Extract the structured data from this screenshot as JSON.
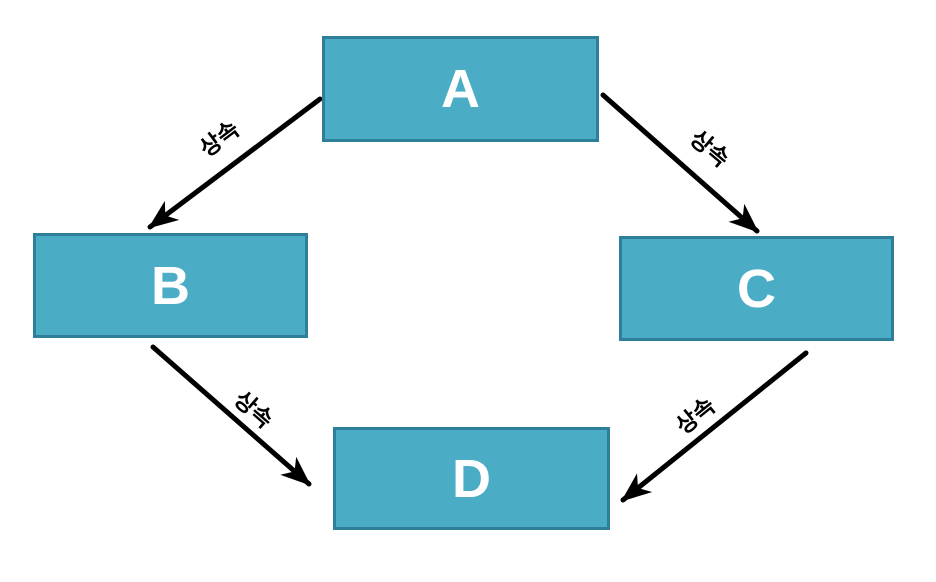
{
  "colors": {
    "background": "#FFFFFF",
    "node_fill": "#4BACC6",
    "node_border": "#2E7F99",
    "node_text": "#FFFFFF",
    "arrow": "#000000",
    "edge_label": "#000000"
  },
  "diagram": {
    "nodes": [
      {
        "id": "A",
        "label": "A"
      },
      {
        "id": "B",
        "label": "B"
      },
      {
        "id": "C",
        "label": "C"
      },
      {
        "id": "D",
        "label": "D"
      }
    ],
    "edges": [
      {
        "from": "A",
        "to": "B",
        "label": "상속"
      },
      {
        "from": "A",
        "to": "C",
        "label": "상속"
      },
      {
        "from": "B",
        "to": "D",
        "label": "상속"
      },
      {
        "from": "C",
        "to": "D",
        "label": "상속"
      }
    ]
  }
}
